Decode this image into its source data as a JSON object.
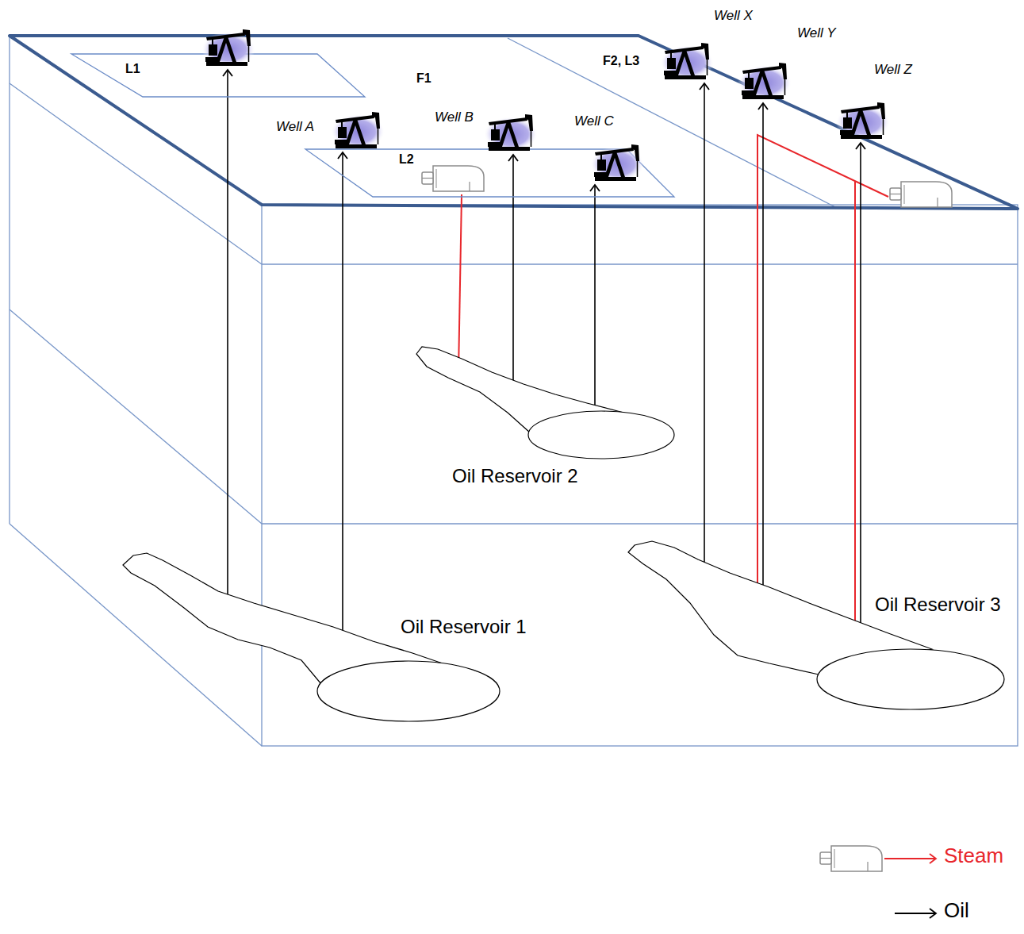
{
  "diagram": {
    "nodes": [
      {
        "text": [
          "L1"
        ]
      },
      {
        "text": [
          "L2"
        ]
      },
      {
        "text": [
          "Well A"
        ]
      },
      {
        "text": [
          "Well B"
        ]
      },
      {
        "text": [
          "Well C"
        ]
      },
      {
        "text": [
          "Well X"
        ]
      },
      {
        "text": [
          "Well Y"
        ]
      },
      {
        "text": [
          "Well Z"
        ]
      },
      {
        "text": [
          "Oil Reservoir 1"
        ]
      },
      {
        "text": [
          "Oil Reservoir 2"
        ]
      },
      {
        "text": [
          "Oil Reservoir 3"
        ]
      }
    ],
    "edges": [
      {
        "from": 8,
        "to": 2,
        "arrow": "to"
      },
      {
        "from": 9,
        "to": 3,
        "arrow": "to"
      },
      {
        "from": 9,
        "to": 4,
        "arrow": "to"
      },
      {
        "from": 10,
        "to": 5,
        "arrow": "to"
      },
      {
        "from": 10,
        "to": 6,
        "arrow": "to"
      },
      {
        "from": 10,
        "to": 7,
        "arrow": "to"
      }
    ],
    "labels": [
      "F1",
      "F2, L3"
    ],
    "legend": [
      {
        "text": "Steam"
      },
      {
        "text": "Oil"
      }
    ]
  }
}
